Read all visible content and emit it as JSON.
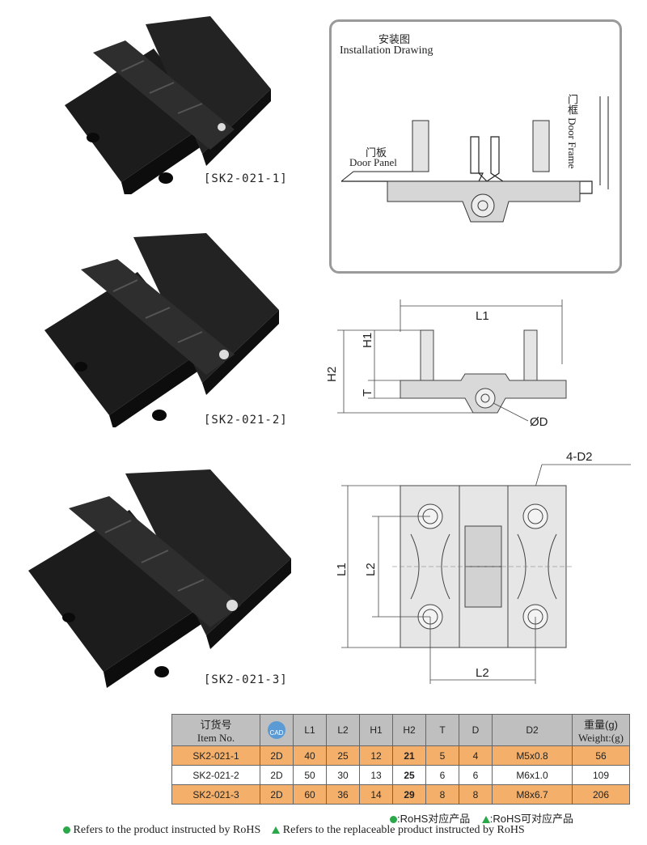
{
  "products": [
    {
      "code": "[SK2-021-1]"
    },
    {
      "code": "[SK2-021-2]"
    },
    {
      "code": "[SK2-021-3]"
    }
  ],
  "installation": {
    "title_cn": "安装图",
    "title_en": "Installation Drawing",
    "door_panel_cn": "门板",
    "door_panel_en": "Door Panel",
    "door_frame_cn": "门框",
    "door_frame_en": "Door Frame"
  },
  "dimensions": {
    "L1": "L1",
    "L2": "L2",
    "H1": "H1",
    "H2": "H2",
    "T": "T",
    "D": "ØD",
    "D2": "4-D2"
  },
  "table": {
    "headers": {
      "item_cn": "订货号",
      "item_en": "Item No.",
      "cad": "CAD",
      "L1": "L1",
      "L2": "L2",
      "H1": "H1",
      "H2": "H2",
      "T": "T",
      "D": "D",
      "D2": "D2",
      "weight_cn": "重量(g)",
      "weight_en": "Weight:(g)"
    },
    "rows": [
      {
        "item": "SK2-021-1",
        "cad": "2D",
        "L1": "40",
        "L2": "25",
        "H1": "12",
        "H2": "21",
        "T": "5",
        "D": "4",
        "D2": "M5x0.8",
        "weight": "56"
      },
      {
        "item": "SK2-021-2",
        "cad": "2D",
        "L1": "50",
        "L2": "30",
        "H1": "13",
        "H2": "25",
        "T": "6",
        "D": "6",
        "D2": "M6x1.0",
        "weight": "109"
      },
      {
        "item": "SK2-021-3",
        "cad": "2D",
        "L1": "60",
        "L2": "36",
        "H1": "14",
        "H2": "29",
        "T": "8",
        "D": "8",
        "D2": "M8x6.7",
        "weight": "206"
      }
    ]
  },
  "notes": {
    "rohs_cn": ":RoHS对应产品",
    "replace_cn": ":RoHS可对应产品",
    "rohs_en": "Refers to the product instructed by RoHS",
    "replace_en": "Refers to the replaceable product instructed by RoHS"
  },
  "colors": {
    "highlight_row": "#f4b06a",
    "header": "#bfbfbf",
    "rohs_green": "#2aa84a"
  }
}
